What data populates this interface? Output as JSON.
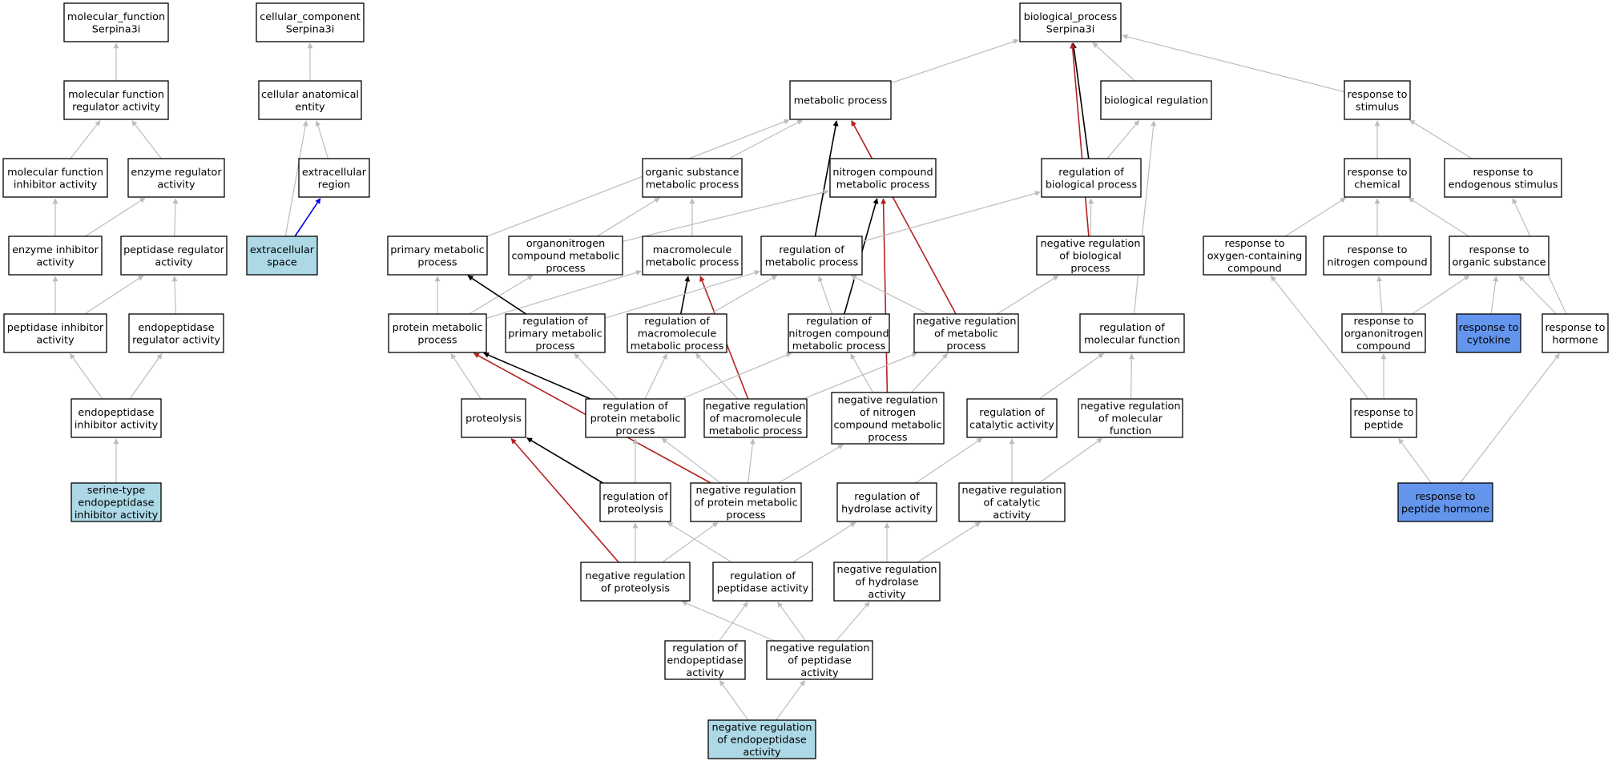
{
  "graph": {
    "nodes": [
      {
        "id": "mf_root",
        "lines": [
          "molecular_function",
          "Serpina3i"
        ],
        "style": "plain"
      },
      {
        "id": "mf_regulator",
        "lines": [
          "molecular function",
          "regulator activity"
        ],
        "style": "plain"
      },
      {
        "id": "mf_inhibitor",
        "lines": [
          "molecular function",
          "inhibitor activity"
        ],
        "style": "plain"
      },
      {
        "id": "enzyme_regulator",
        "lines": [
          "enzyme regulator",
          "activity"
        ],
        "style": "plain"
      },
      {
        "id": "enzyme_inhibitor",
        "lines": [
          "enzyme inhibitor",
          "activity"
        ],
        "style": "plain"
      },
      {
        "id": "peptidase_regulator",
        "lines": [
          "peptidase regulator",
          "activity"
        ],
        "style": "plain"
      },
      {
        "id": "peptidase_inhibitor",
        "lines": [
          "peptidase inhibitor",
          "activity"
        ],
        "style": "plain"
      },
      {
        "id": "endopeptidase_regulator",
        "lines": [
          "endopeptidase",
          "regulator activity"
        ],
        "style": "plain"
      },
      {
        "id": "endopeptidase_inhibitor",
        "lines": [
          "endopeptidase",
          "inhibitor activity"
        ],
        "style": "plain"
      },
      {
        "id": "serine_endo_inhibitor",
        "lines": [
          "serine-type",
          "endopeptidase",
          "inhibitor activity"
        ],
        "style": "light"
      },
      {
        "id": "cc_root",
        "lines": [
          "cellular_component",
          "Serpina3i"
        ],
        "style": "plain"
      },
      {
        "id": "cell_anat",
        "lines": [
          "cellular anatomical",
          "entity"
        ],
        "style": "plain"
      },
      {
        "id": "extracellular_region",
        "lines": [
          "extracellular",
          "region"
        ],
        "style": "plain"
      },
      {
        "id": "extracellular_space",
        "lines": [
          "extracellular",
          "space"
        ],
        "style": "light"
      },
      {
        "id": "bp_root",
        "lines": [
          "biological_process",
          "Serpina3i"
        ],
        "style": "plain"
      },
      {
        "id": "metabolic",
        "lines": [
          "metabolic process"
        ],
        "style": "plain"
      },
      {
        "id": "bio_reg",
        "lines": [
          "biological regulation"
        ],
        "style": "plain"
      },
      {
        "id": "resp_stim",
        "lines": [
          "response to",
          "stimulus"
        ],
        "style": "plain"
      },
      {
        "id": "org_sub_met",
        "lines": [
          "organic substance",
          "metabolic process"
        ],
        "style": "plain"
      },
      {
        "id": "nitro_met",
        "lines": [
          "nitrogen compound",
          "metabolic process"
        ],
        "style": "plain"
      },
      {
        "id": "reg_bio",
        "lines": [
          "regulation of",
          "biological process"
        ],
        "style": "plain"
      },
      {
        "id": "resp_chem",
        "lines": [
          "response to",
          "chemical"
        ],
        "style": "plain"
      },
      {
        "id": "resp_endo",
        "lines": [
          "response to",
          "endogenous stimulus"
        ],
        "style": "plain"
      },
      {
        "id": "primary_met",
        "lines": [
          "primary metabolic",
          "process"
        ],
        "style": "plain"
      },
      {
        "id": "organonitro_met",
        "lines": [
          "organonitrogen",
          "compound metabolic",
          "process"
        ],
        "style": "plain"
      },
      {
        "id": "macro_met",
        "lines": [
          "macromolecule",
          "metabolic process"
        ],
        "style": "plain"
      },
      {
        "id": "reg_met",
        "lines": [
          "regulation of",
          "metabolic process"
        ],
        "style": "plain"
      },
      {
        "id": "neg_reg_bio",
        "lines": [
          "negative regulation",
          "of biological",
          "process"
        ],
        "style": "plain"
      },
      {
        "id": "resp_oxy",
        "lines": [
          "response to",
          "oxygen-containing",
          "compound"
        ],
        "style": "plain"
      },
      {
        "id": "resp_nitro",
        "lines": [
          "response to",
          "nitrogen compound"
        ],
        "style": "plain"
      },
      {
        "id": "resp_org_sub",
        "lines": [
          "response to",
          "organic substance"
        ],
        "style": "plain"
      },
      {
        "id": "protein_met",
        "lines": [
          "protein metabolic",
          "process"
        ],
        "style": "plain"
      },
      {
        "id": "reg_primary_met",
        "lines": [
          "regulation of",
          "primary metabolic",
          "process"
        ],
        "style": "plain"
      },
      {
        "id": "reg_macro_met",
        "lines": [
          "regulation of",
          "macromolecule",
          "metabolic process"
        ],
        "style": "plain"
      },
      {
        "id": "reg_nitro_met",
        "lines": [
          "regulation of",
          "nitrogen compound",
          "metabolic process"
        ],
        "style": "plain"
      },
      {
        "id": "neg_reg_met",
        "lines": [
          "negative regulation",
          "of metabolic",
          "process"
        ],
        "style": "plain"
      },
      {
        "id": "reg_mol_func",
        "lines": [
          "regulation of",
          "molecular function"
        ],
        "style": "plain"
      },
      {
        "id": "resp_organonitro",
        "lines": [
          "response to",
          "organonitrogen",
          "compound"
        ],
        "style": "plain"
      },
      {
        "id": "resp_cytokine",
        "lines": [
          "response to",
          "cytokine"
        ],
        "style": "dark"
      },
      {
        "id": "resp_hormone",
        "lines": [
          "response to",
          "hormone"
        ],
        "style": "plain"
      },
      {
        "id": "proteolysis",
        "lines": [
          "proteolysis"
        ],
        "style": "plain"
      },
      {
        "id": "reg_protein_met",
        "lines": [
          "regulation of",
          "protein metabolic",
          "process"
        ],
        "style": "plain"
      },
      {
        "id": "neg_reg_macro_met",
        "lines": [
          "negative regulation",
          "of macromolecule",
          "metabolic process"
        ],
        "style": "plain"
      },
      {
        "id": "neg_reg_nitro_met",
        "lines": [
          "negative regulation",
          "of nitrogen",
          "compound metabolic",
          "process"
        ],
        "style": "plain"
      },
      {
        "id": "reg_catalytic",
        "lines": [
          "regulation of",
          "catalytic activity"
        ],
        "style": "plain"
      },
      {
        "id": "neg_reg_mol_func",
        "lines": [
          "negative regulation",
          "of molecular",
          "function"
        ],
        "style": "plain"
      },
      {
        "id": "resp_peptide",
        "lines": [
          "response to",
          "peptide"
        ],
        "style": "plain"
      },
      {
        "id": "reg_proteolysis",
        "lines": [
          "regulation of",
          "proteolysis"
        ],
        "style": "plain"
      },
      {
        "id": "neg_reg_protein_met",
        "lines": [
          "negative regulation",
          "of protein metabolic",
          "process"
        ],
        "style": "plain"
      },
      {
        "id": "reg_hydrolase",
        "lines": [
          "regulation of",
          "hydrolase activity"
        ],
        "style": "plain"
      },
      {
        "id": "neg_reg_catalytic",
        "lines": [
          "negative regulation",
          "of catalytic",
          "activity"
        ],
        "style": "plain"
      },
      {
        "id": "resp_peptide_hormone",
        "lines": [
          "response to",
          "peptide hormone"
        ],
        "style": "dark"
      },
      {
        "id": "neg_reg_proteolysis",
        "lines": [
          "negative regulation",
          "of proteolysis"
        ],
        "style": "plain"
      },
      {
        "id": "reg_peptidase",
        "lines": [
          "regulation of",
          "peptidase activity"
        ],
        "style": "plain"
      },
      {
        "id": "neg_reg_hydrolase",
        "lines": [
          "negative regulation",
          "of hydrolase",
          "activity"
        ],
        "style": "plain"
      },
      {
        "id": "reg_endopeptidase",
        "lines": [
          "regulation of",
          "endopeptidase",
          "activity"
        ],
        "style": "plain"
      },
      {
        "id": "neg_reg_peptidase",
        "lines": [
          "negative regulation",
          "of peptidase",
          "activity"
        ],
        "style": "plain"
      },
      {
        "id": "neg_reg_endopeptidase",
        "lines": [
          "negative regulation",
          "of endopeptidase",
          "activity"
        ],
        "style": "light"
      }
    ],
    "edges": [
      {
        "from": "mf_regulator",
        "to": "mf_root",
        "kind": "is_a"
      },
      {
        "from": "mf_inhibitor",
        "to": "mf_regulator",
        "kind": "is_a"
      },
      {
        "from": "enzyme_regulator",
        "to": "mf_regulator",
        "kind": "is_a"
      },
      {
        "from": "enzyme_inhibitor",
        "to": "mf_inhibitor",
        "kind": "is_a"
      },
      {
        "from": "enzyme_inhibitor",
        "to": "enzyme_regulator",
        "kind": "is_a"
      },
      {
        "from": "peptidase_regulator",
        "to": "enzyme_regulator",
        "kind": "is_a"
      },
      {
        "from": "peptidase_inhibitor",
        "to": "enzyme_inhibitor",
        "kind": "is_a"
      },
      {
        "from": "peptidase_inhibitor",
        "to": "peptidase_regulator",
        "kind": "is_a"
      },
      {
        "from": "endopeptidase_regulator",
        "to": "peptidase_regulator",
        "kind": "is_a"
      },
      {
        "from": "endopeptidase_inhibitor",
        "to": "peptidase_inhibitor",
        "kind": "is_a"
      },
      {
        "from": "endopeptidase_inhibitor",
        "to": "endopeptidase_regulator",
        "kind": "is_a"
      },
      {
        "from": "serine_endo_inhibitor",
        "to": "endopeptidase_inhibitor",
        "kind": "is_a"
      },
      {
        "from": "cell_anat",
        "to": "cc_root",
        "kind": "is_a"
      },
      {
        "from": "extracellular_region",
        "to": "cell_anat",
        "kind": "is_a"
      },
      {
        "from": "extracellular_space",
        "to": "cell_anat",
        "kind": "is_a"
      },
      {
        "from": "extracellular_space",
        "to": "extracellular_region",
        "kind": "part_of"
      },
      {
        "from": "metabolic",
        "to": "bp_root",
        "kind": "is_a"
      },
      {
        "from": "bio_reg",
        "to": "bp_root",
        "kind": "is_a"
      },
      {
        "from": "resp_stim",
        "to": "bp_root",
        "kind": "is_a"
      },
      {
        "from": "reg_bio",
        "to": "bp_root",
        "kind": "regulates"
      },
      {
        "from": "neg_reg_bio",
        "to": "bp_root",
        "kind": "negatively_regulates"
      },
      {
        "from": "org_sub_met",
        "to": "metabolic",
        "kind": "is_a"
      },
      {
        "from": "nitro_met",
        "to": "metabolic",
        "kind": "is_a"
      },
      {
        "from": "primary_met",
        "to": "metabolic",
        "kind": "is_a"
      },
      {
        "from": "reg_met",
        "to": "metabolic",
        "kind": "regulates"
      },
      {
        "from": "neg_reg_met",
        "to": "metabolic",
        "kind": "negatively_regulates"
      },
      {
        "from": "reg_bio",
        "to": "bio_reg",
        "kind": "is_a"
      },
      {
        "from": "reg_mol_func",
        "to": "bio_reg",
        "kind": "is_a"
      },
      {
        "from": "resp_chem",
        "to": "resp_stim",
        "kind": "is_a"
      },
      {
        "from": "resp_endo",
        "to": "resp_stim",
        "kind": "is_a"
      },
      {
        "from": "macro_met",
        "to": "org_sub_met",
        "kind": "is_a"
      },
      {
        "from": "organonitro_met",
        "to": "org_sub_met",
        "kind": "is_a"
      },
      {
        "from": "organonitro_met",
        "to": "nitro_met",
        "kind": "is_a"
      },
      {
        "from": "reg_nitro_met",
        "to": "nitro_met",
        "kind": "regulates"
      },
      {
        "from": "neg_reg_nitro_met",
        "to": "nitro_met",
        "kind": "negatively_regulates"
      },
      {
        "from": "reg_met",
        "to": "reg_bio",
        "kind": "is_a"
      },
      {
        "from": "neg_reg_bio",
        "to": "reg_bio",
        "kind": "is_a"
      },
      {
        "from": "resp_oxy",
        "to": "resp_chem",
        "kind": "is_a"
      },
      {
        "from": "resp_nitro",
        "to": "resp_chem",
        "kind": "is_a"
      },
      {
        "from": "resp_org_sub",
        "to": "resp_chem",
        "kind": "is_a"
      },
      {
        "from": "resp_hormone",
        "to": "resp_endo",
        "kind": "is_a"
      },
      {
        "from": "protein_met",
        "to": "primary_met",
        "kind": "is_a"
      },
      {
        "from": "protein_met",
        "to": "organonitro_met",
        "kind": "is_a"
      },
      {
        "from": "protein_met",
        "to": "macro_met",
        "kind": "is_a"
      },
      {
        "from": "reg_primary_met",
        "to": "primary_met",
        "kind": "regulates"
      },
      {
        "from": "reg_macro_met",
        "to": "macro_met",
        "kind": "regulates"
      },
      {
        "from": "neg_reg_macro_met",
        "to": "macro_met",
        "kind": "negatively_regulates"
      },
      {
        "from": "reg_primary_met",
        "to": "reg_met",
        "kind": "is_a"
      },
      {
        "from": "reg_macro_met",
        "to": "reg_met",
        "kind": "is_a"
      },
      {
        "from": "reg_nitro_met",
        "to": "reg_met",
        "kind": "is_a"
      },
      {
        "from": "neg_reg_met",
        "to": "reg_met",
        "kind": "is_a"
      },
      {
        "from": "neg_reg_met",
        "to": "neg_reg_bio",
        "kind": "is_a"
      },
      {
        "from": "resp_organonitro",
        "to": "resp_nitro",
        "kind": "is_a"
      },
      {
        "from": "resp_organonitro",
        "to": "resp_org_sub",
        "kind": "is_a"
      },
      {
        "from": "resp_cytokine",
        "to": "resp_org_sub",
        "kind": "is_a"
      },
      {
        "from": "resp_hormone",
        "to": "resp_org_sub",
        "kind": "is_a"
      },
      {
        "from": "proteolysis",
        "to": "protein_met",
        "kind": "is_a"
      },
      {
        "from": "reg_protein_met",
        "to": "protein_met",
        "kind": "regulates"
      },
      {
        "from": "neg_reg_protein_met",
        "to": "protein_met",
        "kind": "negatively_regulates"
      },
      {
        "from": "reg_protein_met",
        "to": "reg_primary_met",
        "kind": "is_a"
      },
      {
        "from": "reg_protein_met",
        "to": "reg_macro_met",
        "kind": "is_a"
      },
      {
        "from": "reg_protein_met",
        "to": "reg_nitro_met",
        "kind": "is_a"
      },
      {
        "from": "neg_reg_macro_met",
        "to": "reg_macro_met",
        "kind": "is_a"
      },
      {
        "from": "neg_reg_macro_met",
        "to": "neg_reg_met",
        "kind": "is_a"
      },
      {
        "from": "neg_reg_nitro_met",
        "to": "reg_nitro_met",
        "kind": "is_a"
      },
      {
        "from": "neg_reg_nitro_met",
        "to": "neg_reg_met",
        "kind": "is_a"
      },
      {
        "from": "reg_catalytic",
        "to": "reg_mol_func",
        "kind": "is_a"
      },
      {
        "from": "neg_reg_mol_func",
        "to": "reg_mol_func",
        "kind": "is_a"
      },
      {
        "from": "resp_peptide",
        "to": "resp_oxy",
        "kind": "is_a"
      },
      {
        "from": "resp_peptide",
        "to": "resp_organonitro",
        "kind": "is_a"
      },
      {
        "from": "reg_proteolysis",
        "to": "proteolysis",
        "kind": "regulates"
      },
      {
        "from": "neg_reg_proteolysis",
        "to": "proteolysis",
        "kind": "negatively_regulates"
      },
      {
        "from": "reg_proteolysis",
        "to": "reg_protein_met",
        "kind": "is_a"
      },
      {
        "from": "neg_reg_protein_met",
        "to": "reg_protein_met",
        "kind": "is_a"
      },
      {
        "from": "neg_reg_protein_met",
        "to": "neg_reg_macro_met",
        "kind": "is_a"
      },
      {
        "from": "neg_reg_protein_met",
        "to": "neg_reg_nitro_met",
        "kind": "is_a"
      },
      {
        "from": "reg_hydrolase",
        "to": "reg_catalytic",
        "kind": "is_a"
      },
      {
        "from": "neg_reg_catalytic",
        "to": "reg_catalytic",
        "kind": "is_a"
      },
      {
        "from": "neg_reg_catalytic",
        "to": "neg_reg_mol_func",
        "kind": "is_a"
      },
      {
        "from": "resp_peptide_hormone",
        "to": "resp_peptide",
        "kind": "is_a"
      },
      {
        "from": "resp_peptide_hormone",
        "to": "resp_hormone",
        "kind": "is_a"
      },
      {
        "from": "neg_reg_proteolysis",
        "to": "reg_proteolysis",
        "kind": "is_a"
      },
      {
        "from": "neg_reg_proteolysis",
        "to": "neg_reg_protein_met",
        "kind": "is_a"
      },
      {
        "from": "reg_peptidase",
        "to": "reg_proteolysis",
        "kind": "is_a"
      },
      {
        "from": "reg_peptidase",
        "to": "reg_hydrolase",
        "kind": "is_a"
      },
      {
        "from": "neg_reg_hydrolase",
        "to": "reg_hydrolase",
        "kind": "is_a"
      },
      {
        "from": "neg_reg_hydrolase",
        "to": "neg_reg_catalytic",
        "kind": "is_a"
      },
      {
        "from": "reg_endopeptidase",
        "to": "reg_peptidase",
        "kind": "is_a"
      },
      {
        "from": "neg_reg_peptidase",
        "to": "reg_peptidase",
        "kind": "is_a"
      },
      {
        "from": "neg_reg_peptidase",
        "to": "neg_reg_proteolysis",
        "kind": "is_a"
      },
      {
        "from": "neg_reg_peptidase",
        "to": "neg_reg_hydrolase",
        "kind": "is_a"
      },
      {
        "from": "neg_reg_endopeptidase",
        "to": "reg_endopeptidase",
        "kind": "is_a"
      },
      {
        "from": "neg_reg_endopeptidase",
        "to": "neg_reg_peptidase",
        "kind": "is_a"
      }
    ]
  },
  "colors": {
    "is_a": "#bdbdbd",
    "regulates": "#000000",
    "negatively_regulates": "#b22222",
    "part_of": "#0000ee",
    "fill_plain": "#ffffff",
    "fill_light": "#add8e6",
    "fill_dark": "#6495ed",
    "border": "#000000"
  }
}
